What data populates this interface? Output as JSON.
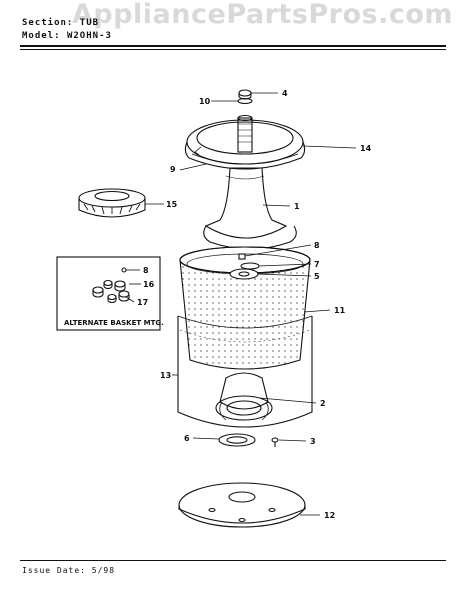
{
  "header": {
    "section_label": "Section:",
    "section_value": "TUB",
    "model_label": "Model:",
    "model_value": "W2OHN-3"
  },
  "watermark": "AppliancePartsPros.com",
  "footer": {
    "issue_date": "Issue Date: 5/98"
  },
  "callouts": {
    "p1": "1",
    "p2": "2",
    "p3": "3",
    "p4": "4",
    "p5": "5",
    "p6": "6",
    "p7": "7",
    "p8": "8",
    "p8b": "8",
    "p9": "9",
    "p10": "10",
    "p11": "11",
    "p12": "12",
    "p13": "13",
    "p14": "14",
    "p15": "15",
    "p16": "16",
    "p17": "17"
  },
  "inset": {
    "caption": "ALTERNATE BASKET MTG."
  },
  "colors": {
    "ink": "#111111",
    "paper": "#ffffff"
  }
}
